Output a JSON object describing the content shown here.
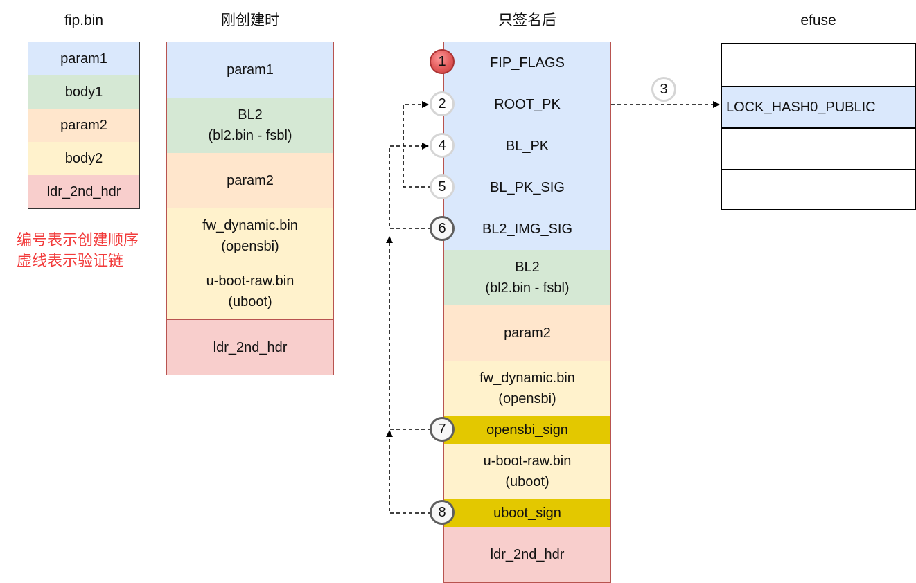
{
  "titles": {
    "fip": "fip.bin",
    "created": "刚创建时",
    "signed": "只签名后",
    "efuse": "efuse"
  },
  "fip_rows": [
    "param1",
    "body1",
    "param2",
    "body2",
    "ldr_2nd_hdr"
  ],
  "created_rows": {
    "param1": "param1",
    "bl2": "BL2\n(bl2.bin - fsbl)",
    "param2": "param2",
    "opensbi": "fw_dynamic.bin\n(opensbi)",
    "uboot": "u-boot-raw.bin\n(uboot)",
    "ldr": "ldr_2nd_hdr"
  },
  "signed_rows": {
    "fip_flags": "FIP_FLAGS",
    "root_pk": "ROOT_PK",
    "bl_pk": "BL_PK",
    "bl_pk_sig": "BL_PK_SIG",
    "bl2_img_sig": "BL2_IMG_SIG",
    "bl2": "BL2\n(bl2.bin - fsbl)",
    "param2": "param2",
    "opensbi": "fw_dynamic.bin\n(opensbi)",
    "opensbi_sign": "opensbi_sign",
    "uboot": "u-boot-raw.bin\n(uboot)",
    "uboot_sign": "uboot_sign",
    "ldr": "ldr_2nd_hdr"
  },
  "badges": {
    "b1": "1",
    "b2": "2",
    "b3": "3",
    "b4": "4",
    "b5": "5",
    "b6": "6",
    "b7": "7",
    "b8": "8"
  },
  "efuse_rows": [
    "",
    "LOCK_HASH0_PUBLIC",
    "",
    ""
  ],
  "legend": {
    "line1": "编号表示创建顺序",
    "line2": "虚线表示验证链"
  },
  "colors": {
    "param_blue": "#dae8fc",
    "body_green": "#d5e8d4",
    "param_orange": "#ffe6cc",
    "body_yellow": "#fff2cc",
    "hdr_red": "#f8cecc",
    "sign_gold": "#e3c800",
    "legend_red": "#f23b3b"
  }
}
